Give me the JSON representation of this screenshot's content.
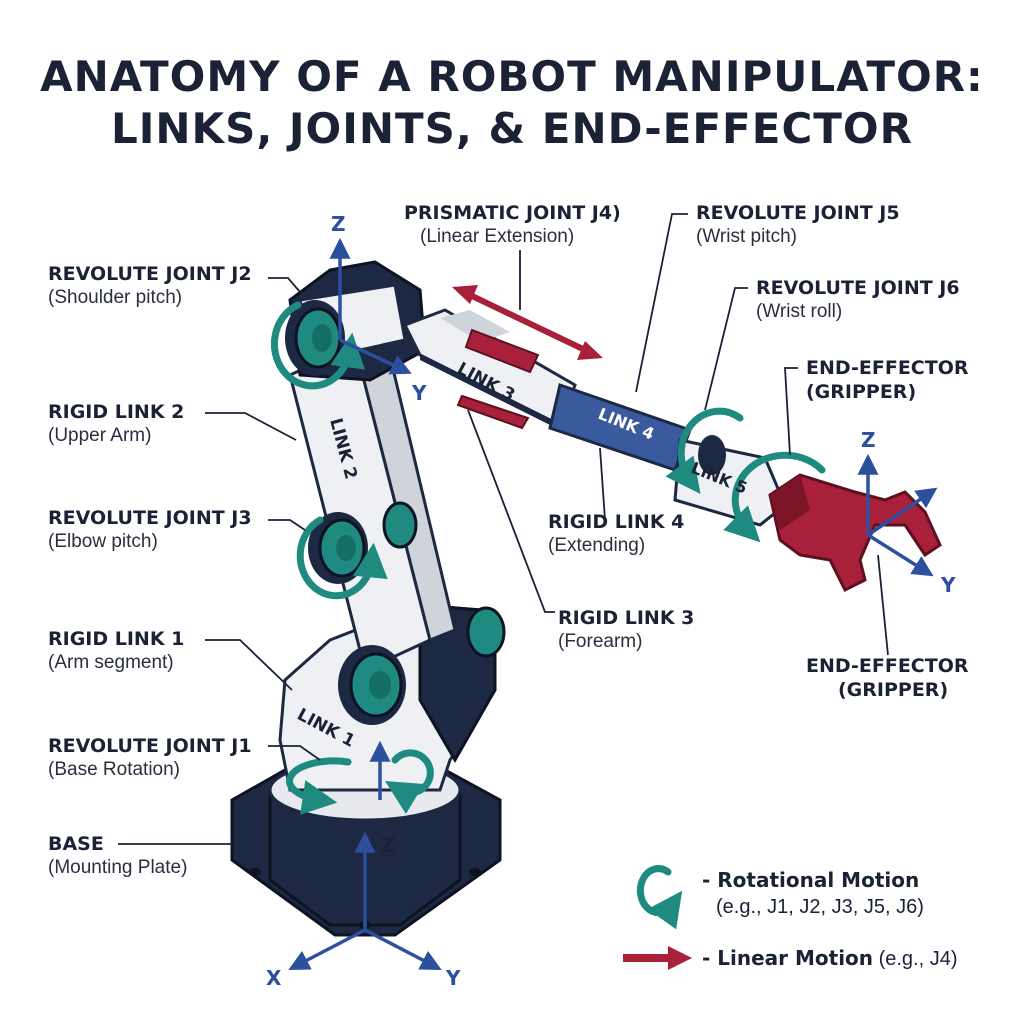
{
  "title": {
    "line1": "ANATOMY OF A ROBOT MANIPULATOR:",
    "line2": "LINKS, JOINTS, & END-EFFECTOR"
  },
  "labels": {
    "j2": {
      "heading": "REVOLUTE JOINT J2",
      "sub": "(Shoulder pitch)"
    },
    "link2": {
      "heading": "RIGID LINK 2",
      "sub": "(Upper Arm)"
    },
    "j3": {
      "heading": "REVOLUTE JOINT J3",
      "sub": "(Elbow pitch)"
    },
    "link1": {
      "heading": "RIGID LINK 1",
      "sub": "(Arm segment)"
    },
    "j1": {
      "heading": "REVOLUTE JOINT J1",
      "sub": "(Base Rotation)"
    },
    "base": {
      "heading": "BASE",
      "sub": "(Mounting Plate)"
    },
    "j4": {
      "heading": "PRISMATIC JOINT J4)",
      "sub": "(Linear Extension)"
    },
    "j5": {
      "heading": "REVOLUTE JOINT J5",
      "sub": "(Wrist pitch)"
    },
    "j6": {
      "heading": "REVOLUTE JOINT J6",
      "sub": "(Wrist roll)"
    },
    "ee_top": {
      "heading": "END-EFFECTOR",
      "heading2": "(GRIPPER)"
    },
    "link4": {
      "heading": "RIGID LINK 4",
      "sub": "(Extending)"
    },
    "link3": {
      "heading": "RIGID LINK 3",
      "sub": "(Forearm)"
    },
    "ee_bottom": {
      "heading": "END-EFFECTOR",
      "heading2": "(GRIPPER)"
    }
  },
  "link_tags": {
    "link1": "LINK 1",
    "link2": "LINK 2",
    "link3": "LINK 3",
    "link4": "LINK 4",
    "link5": "LINK 5"
  },
  "axes": {
    "z": "Z",
    "y": "Y",
    "x": "X"
  },
  "legend": {
    "rotational_label": "- Rotational Motion",
    "rotational_examples": "(e.g., J1, J2, J3, J5, J6)",
    "linear_label": "- Linear Motion",
    "linear_examples": "(e.g., J4)"
  },
  "colors": {
    "navy": "#1d2843",
    "teal": "#1f8a80",
    "crimson": "#a8203a",
    "blue_axis": "#2c4f9e",
    "link_blue": "#3a5a9e",
    "arm_light": "#f1f2f4"
  }
}
